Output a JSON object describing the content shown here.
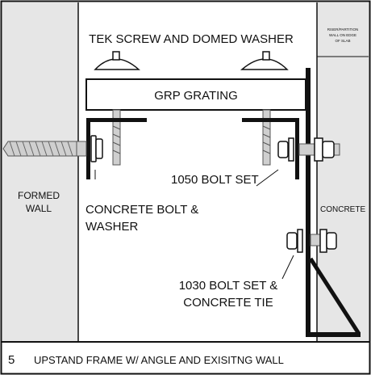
{
  "detail": {
    "number": "5",
    "caption": "UPSTAND FRAME W/ ANGLE AND EXISITNG WALL"
  },
  "labels": {
    "tek_screw": "TEK SCREW AND DOMED WASHER",
    "grp_grating": "GRP GRATING",
    "formed_wall_1": "FORMED",
    "formed_wall_2": "WALL",
    "concrete_bolt_1": "CONCRETE BOLT &",
    "concrete_bolt_2": "WASHER",
    "bolt_1050": "1050 BOLT SET",
    "bolt_1030_1": "1030 BOLT SET &",
    "bolt_1030_2": "CONCRETE TIE",
    "concrete_right": "CONCRETE",
    "riser_note_1": "RISER/PARTITION",
    "riser_note_2": "WALL ON EDGE",
    "riser_note_3": "OF SLAB"
  },
  "colors": {
    "wall_fill": "#e6e6e6",
    "line": "#111111",
    "steel": "#111111"
  }
}
